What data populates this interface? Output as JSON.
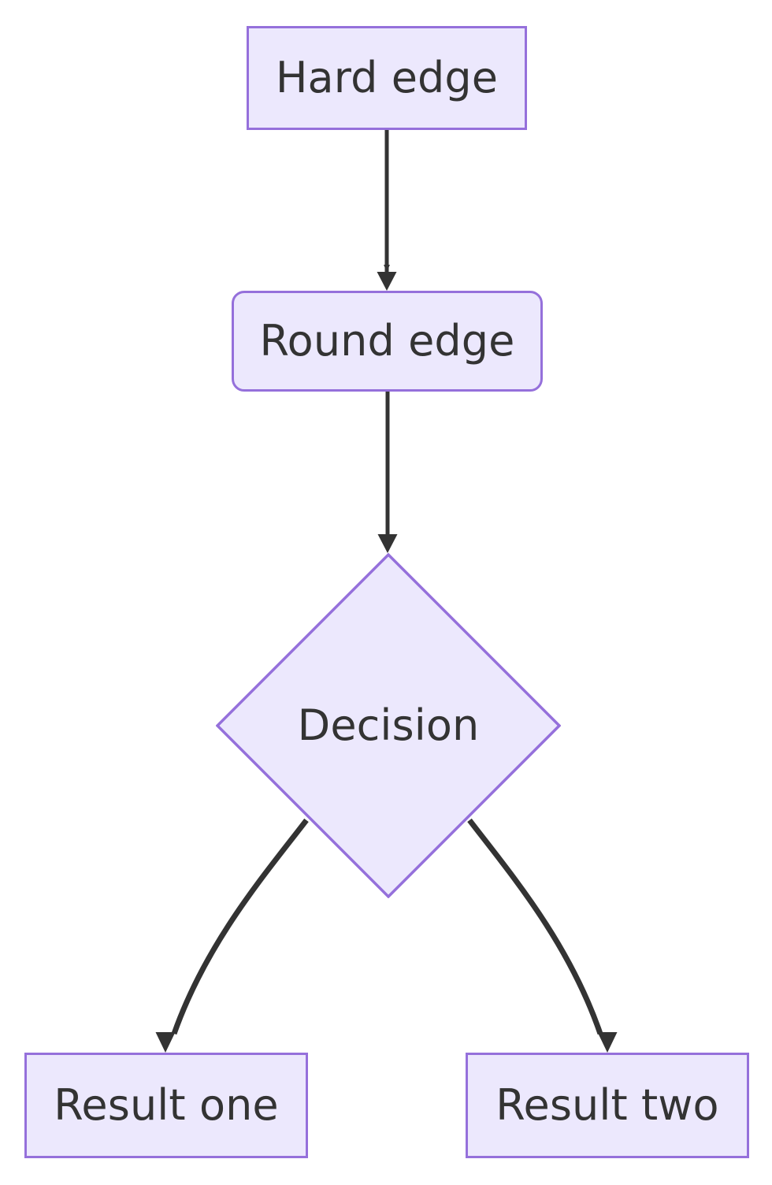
{
  "diagram": {
    "type": "flowchart",
    "direction": "top-down",
    "background_color": "#ffffff",
    "node_fill_color": "#ece8fd",
    "node_stroke_color": "#9570db",
    "node_text_color": "#333333",
    "edge_color": "#333333",
    "nodes": [
      {
        "id": "hard-edge",
        "label": "Hard edge",
        "shape": "rectangle"
      },
      {
        "id": "round-edge",
        "label": "Round edge",
        "shape": "rounded-rectangle"
      },
      {
        "id": "decision",
        "label": "Decision",
        "shape": "diamond"
      },
      {
        "id": "result-one",
        "label": "Result one",
        "shape": "rectangle"
      },
      {
        "id": "result-two",
        "label": "Result two",
        "shape": "rectangle"
      }
    ],
    "edges": [
      {
        "from": "hard-edge",
        "to": "round-edge",
        "label": "",
        "arrow": "arrowhead"
      },
      {
        "from": "round-edge",
        "to": "decision",
        "label": "",
        "arrow": "arrowhead"
      },
      {
        "from": "decision",
        "to": "result-one",
        "label": "",
        "arrow": "arrowhead"
      },
      {
        "from": "decision",
        "to": "result-two",
        "label": "",
        "arrow": "arrowhead"
      }
    ]
  }
}
